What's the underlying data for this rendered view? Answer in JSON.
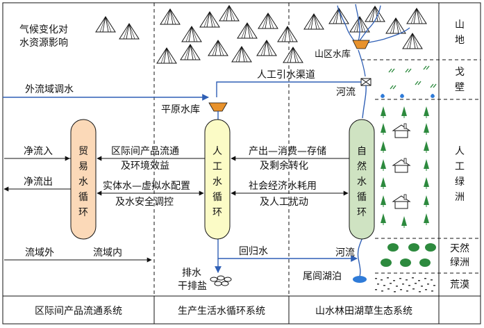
{
  "labels": {
    "climate_line1": "气候变化对",
    "climate_line2": "水资源影响",
    "inter_basin_transfer": "外流域调水",
    "artificial_canal": "人工引水渠道",
    "mountain_reservoir": "山区水库",
    "plain_reservoir": "平原水库",
    "river_top": "河流",
    "river_bottom": "河流",
    "net_inflow": "净流入",
    "net_outflow": "净流出",
    "outside_basin": "流域外",
    "inside_basin": "流域内",
    "product_flow_line1": "区际间产品流通",
    "product_flow_line2": "及环境效益",
    "virtual_water_line1": "实体水—虚拟水配置",
    "virtual_water_line2": "及水安全调控",
    "output_line1": "产出—消费—存储",
    "output_line2": "及剩余转化",
    "social_line1": "社会经济水耗用",
    "social_line2": "及人工扰动",
    "return_water": "回归水",
    "drainage_line1": "排水",
    "drainage_line2": "干排盐",
    "tail_lake": "尾闾湖泊"
  },
  "cycles": {
    "trade": "贸易水循环",
    "artificial": "人工水循环",
    "natural": "自然水循环"
  },
  "zones": {
    "mountain": "山地",
    "gobi": "戈壁",
    "artificial_oasis": "人工绿洲",
    "natural_oasis_line1": "天然",
    "natural_oasis_line2": "绿洲",
    "desert": "荒漠"
  },
  "systems": {
    "product_system": "区际间产品流通系统",
    "water_system": "生产生活水循环系统",
    "ecosystem": "山水林田湖草生态系统"
  },
  "colors": {
    "trade_fill": "#fbd9b8",
    "artificial_fill": "#fbfbc6",
    "natural_fill": "#cfe3c2",
    "water_blue": "#2f5fb5",
    "reservoir": "#e8922c",
    "tree_green": "#2d8a3e"
  }
}
